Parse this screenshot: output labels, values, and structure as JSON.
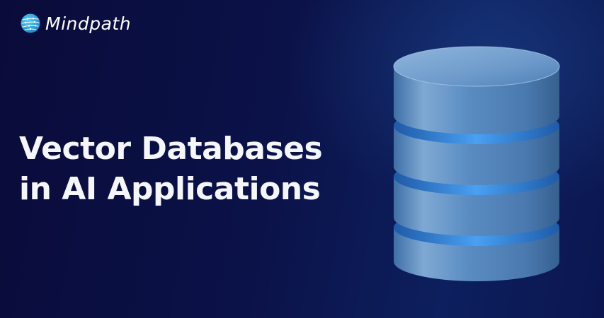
{
  "brand": {
    "name": "Mindpath",
    "icon": "globe-icon"
  },
  "headline": {
    "line1": "Vector Databases",
    "line2": "in AI Applications"
  },
  "illustration": {
    "icon": "database-stack-icon",
    "tiers": 4
  },
  "colors": {
    "background": "#0b1248",
    "text": "#f4f6fb",
    "database": "#5b8ec4",
    "glow": "#4a9ef0"
  }
}
